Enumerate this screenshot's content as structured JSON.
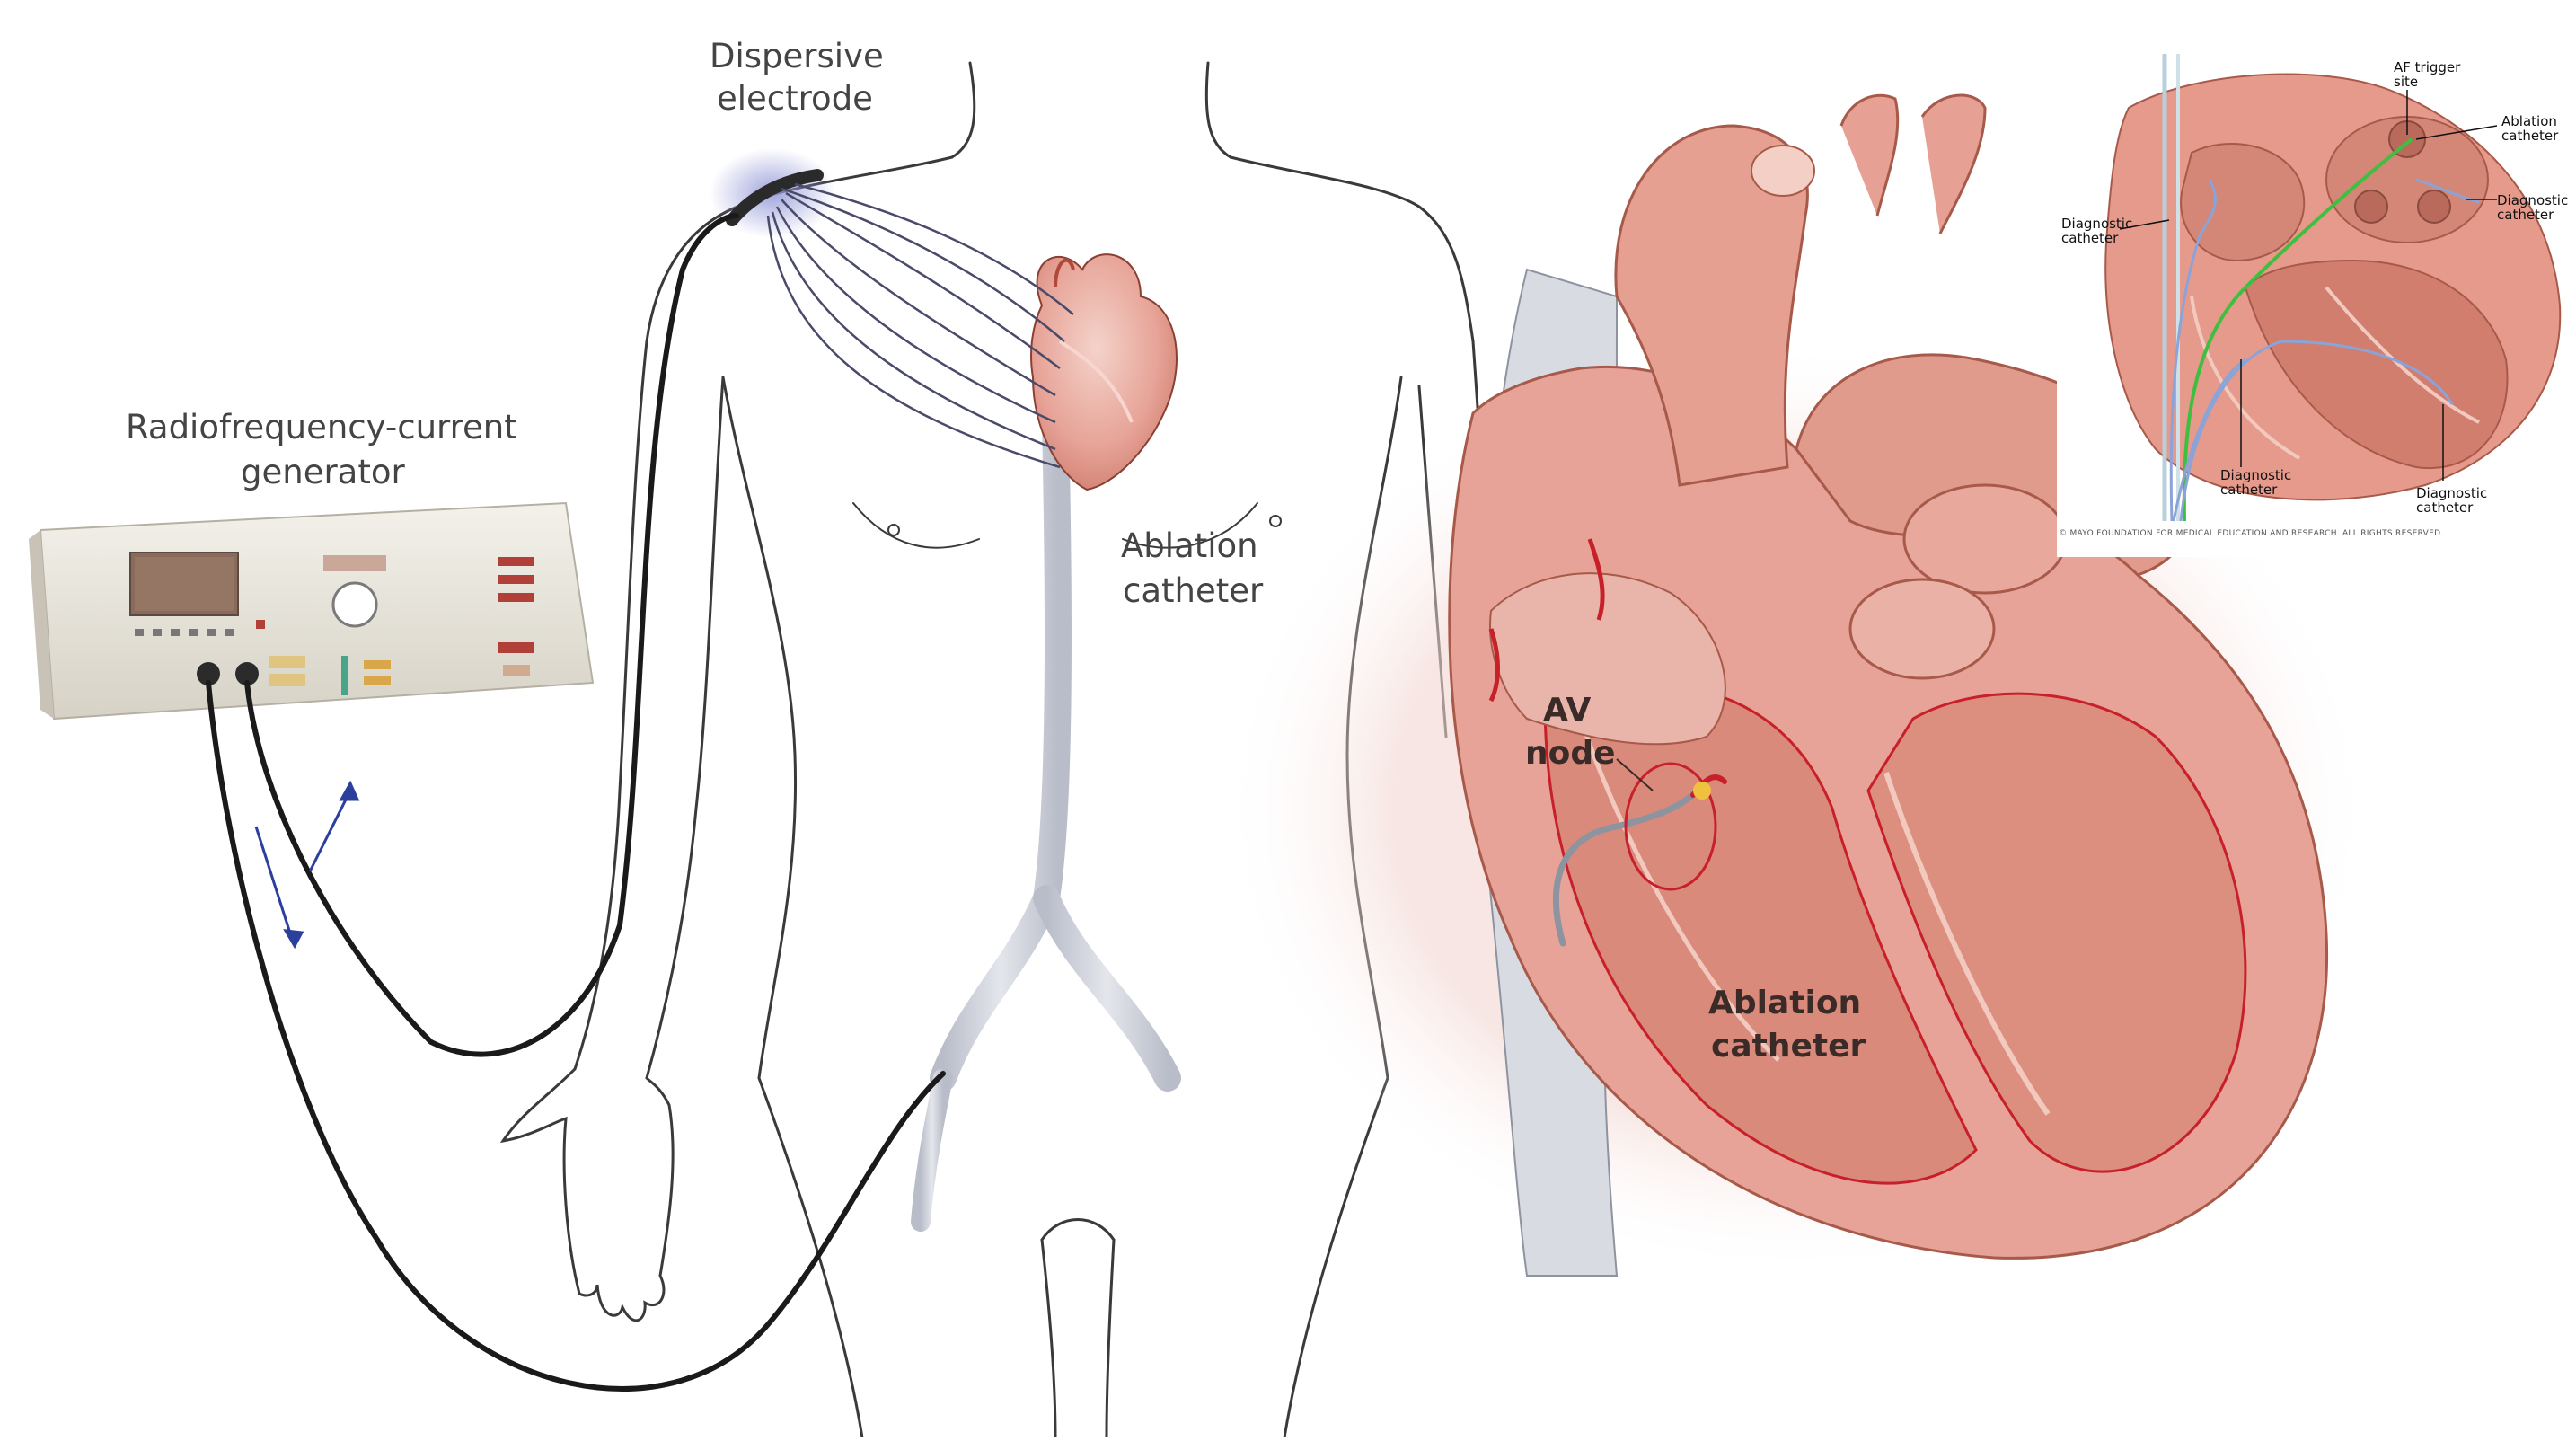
{
  "figure": {
    "labels": {
      "dispersive_electrode_l1": "Dispersive",
      "dispersive_electrode_l2": "electrode",
      "generator_l1": "Radiofrequency-current",
      "generator_l2": "generator",
      "ablation_catheter_body_l1": "Ablation",
      "ablation_catheter_body_l2": "catheter",
      "av_node_l1": "AV",
      "av_node_l2": "node",
      "ablation_catheter_heart_l1": "Ablation",
      "ablation_catheter_heart_l2": "catheter"
    },
    "colors": {
      "skin_outline": "#3a3a3a",
      "cable": "#1a1a1a",
      "heart_fill": "#e7a397",
      "heart_dark": "#c97766",
      "heart_light": "#f2c9bf",
      "vessel": "#c9ccd6",
      "electrode_glow": "#9aa0d8",
      "catheter_red": "#c8202a",
      "arrow_blue": "#2b3f9c",
      "inset_green": "#3fbf3f",
      "inset_blue": "#8aa3d9",
      "device_body": "#e9e6dd"
    }
  },
  "inset": {
    "labels": {
      "af_trigger_site_l1": "AF trigger",
      "af_trigger_site_l2": "site",
      "ablation_catheter_l1": "Ablation",
      "ablation_catheter_l2": "catheter",
      "diag_left_l1": "Diagnostic",
      "diag_left_l2": "catheter",
      "diag_right_l1": "Diagnostic",
      "diag_right_l2": "catheter",
      "diag_bottom_mid_l1": "Diagnostic",
      "diag_bottom_mid_l2": "catheter",
      "diag_bottom_right_l1": "Diagnostic",
      "diag_bottom_right_l2": "catheter",
      "copyright": "© MAYO FOUNDATION FOR MEDICAL EDUCATION AND RESEARCH. ALL RIGHTS RESERVED."
    }
  }
}
